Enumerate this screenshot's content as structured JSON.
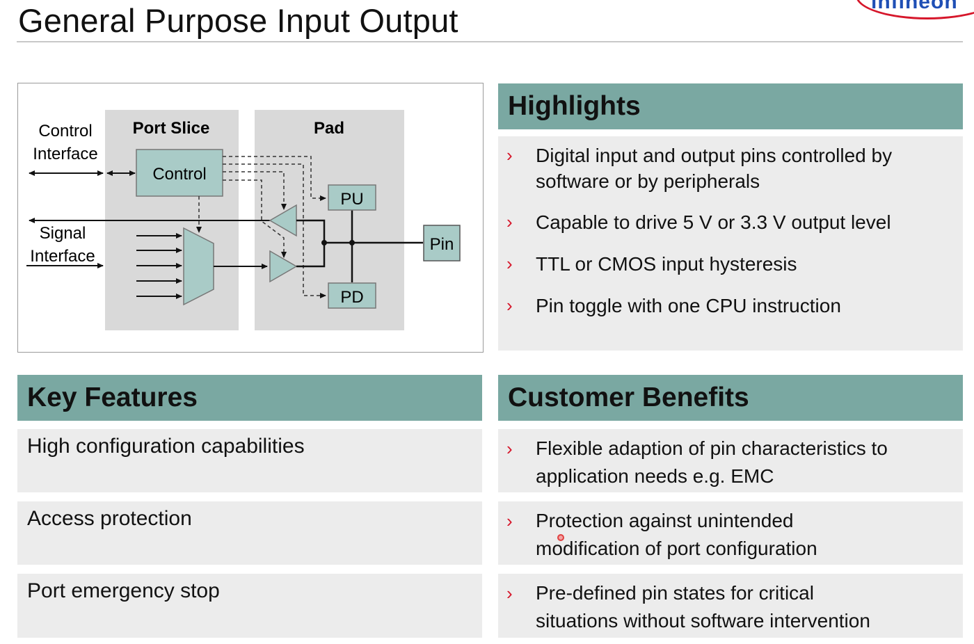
{
  "slide": {
    "title": "General Purpose Input Output",
    "logo_text": "infineon"
  },
  "diagram": {
    "control_interface_line1": "Control",
    "control_interface_line2": "Interface",
    "signal_interface_line1": "Signal",
    "signal_interface_line2": "Interface",
    "port_slice_label": "Port Slice",
    "pad_label": "Pad",
    "control_label": "Control",
    "pu_label": "PU",
    "pd_label": "PD",
    "pin_label": "Pin"
  },
  "highlights": {
    "header": "Highlights",
    "items": [
      {
        "line1": "Digital input and output pins controlled by",
        "line2": "software or by peripherals"
      },
      {
        "line1": "Capable to drive 5 V or 3.3 V output level",
        "line2": ""
      },
      {
        "line1": "TTL or CMOS input hysteresis",
        "line2": ""
      },
      {
        "line1": "Pin toggle with one CPU instruction",
        "line2": ""
      }
    ]
  },
  "key_features": {
    "header": "Key Features",
    "items": [
      "High configuration capabilities",
      "Access protection",
      "Port emergency stop"
    ]
  },
  "customer_benefits": {
    "header": "Customer Benefits",
    "items": [
      {
        "line1": "Flexible adaption of pin characteristics to",
        "line2": "application needs e.g. EMC"
      },
      {
        "line1": "Protection against unintended",
        "line2": "modification of port configuration"
      },
      {
        "line1": "Pre-defined pin states for critical",
        "line2": "situations without software intervention"
      }
    ]
  },
  "bullet_glyph": "›",
  "colors": {
    "header_bg": "#7aa8a2",
    "body_bg": "#ececec",
    "bullet": "#d6172b",
    "block_fill": "#a9cbc7",
    "slice_bg": "#d9d9d9"
  }
}
